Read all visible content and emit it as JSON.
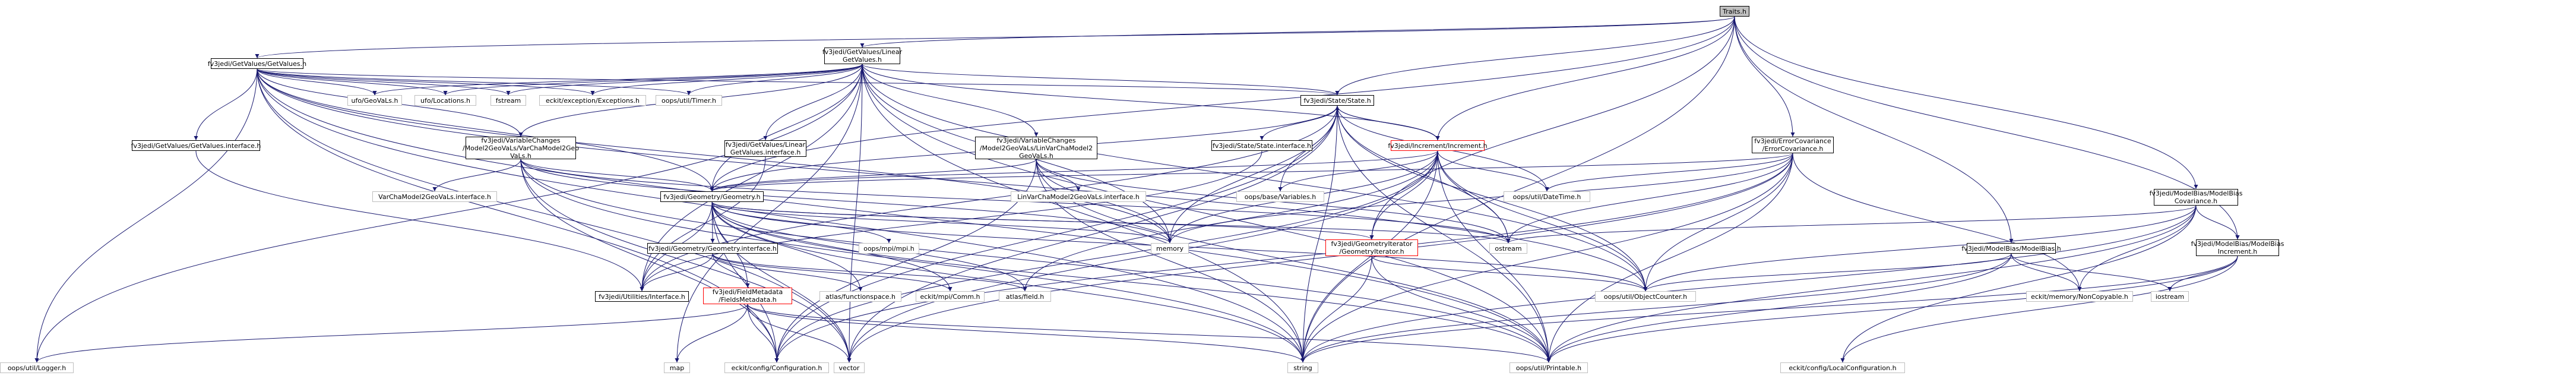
{
  "nodes": {
    "traits": "Traits.h",
    "getvalues": "fv3jedi/GetValues/GetValues.h",
    "lineargetvalues": "fv3jedi/GetValues/Linear\nGetValues.h",
    "state": "fv3jedi/State/State.h",
    "increment": "fv3jedi/Increment/Increment.h",
    "errorcov": "fv3jedi/ErrorCovariance\n/ErrorCovariance.h",
    "modelbiascov": "fv3jedi/ModelBias/ModelBias\nCovariance.h",
    "modelbias": "fv3jedi/ModelBias/ModelBias.h",
    "modelbiasinc": "fv3jedi/ModelBias/ModelBias\nIncrement.h",
    "getvalues_interface": "fv3jedi/GetValues/GetValues.interface.h",
    "varchange_nl": "fv3jedi/VariableChanges\n/Model2GeoVaLs/VarChaModel2Geo\nVaLs.h",
    "varcha_interface": "VarChaModel2GeoVaLs.interface.h",
    "lineargetvalues_interface": "fv3jedi/GetValues/Linear\nGetValues.interface.h",
    "varchange_lm": "fv3jedi/VariableChanges\n/Model2GeoVaLs/LinVarChaModel2\nGeoVaLs.h",
    "linvarcha_interface": "LinVarChaModel2GeoVaLs.interface.h",
    "state_interface": "fv3jedi/State/State.interface.h",
    "geometry": "fv3jedi/Geometry/Geometry.h",
    "geometry_interface": "fv3jedi/Geometry/Geometry.interface.h",
    "fieldmetadata": "fv3jedi/FieldMetadata\n/FieldsMetadata.h",
    "geometryiterator": "fv3jedi/GeometryIterator\n/GeometryIterator.h",
    "utilities_interface": "fv3jedi/Utilities/Interface.h",
    "ufo_geovals": "ufo/GeoVaLs.h",
    "ufo_locations": "ufo/Locations.h",
    "fstream": "fstream",
    "eckit_exceptions": "eckit/exception/Exceptions.h",
    "oops_timer": "oops/util/Timer.h",
    "oops_basevars": "oops/base/Variables.h",
    "oops_datetime": "oops/util/DateTime.h",
    "oops_mpi": "oops/mpi/mpi.h",
    "memory": "memory",
    "ostream": "ostream",
    "atlas_functionspace": "atlas/functionspace.h",
    "eckit_comm": "eckit/mpi/Comm.h",
    "atlas_field": "atlas/field.h",
    "oops_objectcounter": "oops/util/ObjectCounter.h",
    "eckit_noncopyable": "eckit/memory/NonCopyable.h",
    "iostream": "iostream",
    "oops_logger": "oops/util/Logger.h",
    "map": "map",
    "eckit_configuration": "eckit/config/Configuration.h",
    "vector": "vector",
    "string": "string",
    "oops_printable": "oops/util/Printable.h",
    "eckit_localconfig": "eckit/config/LocalConfiguration.h"
  },
  "colors": {
    "edge": "#191970",
    "header_border": "#000000",
    "missing_border": "#bfbfbf",
    "highlight_border": "#ff0000",
    "root_fill": "#bfbfbf"
  }
}
